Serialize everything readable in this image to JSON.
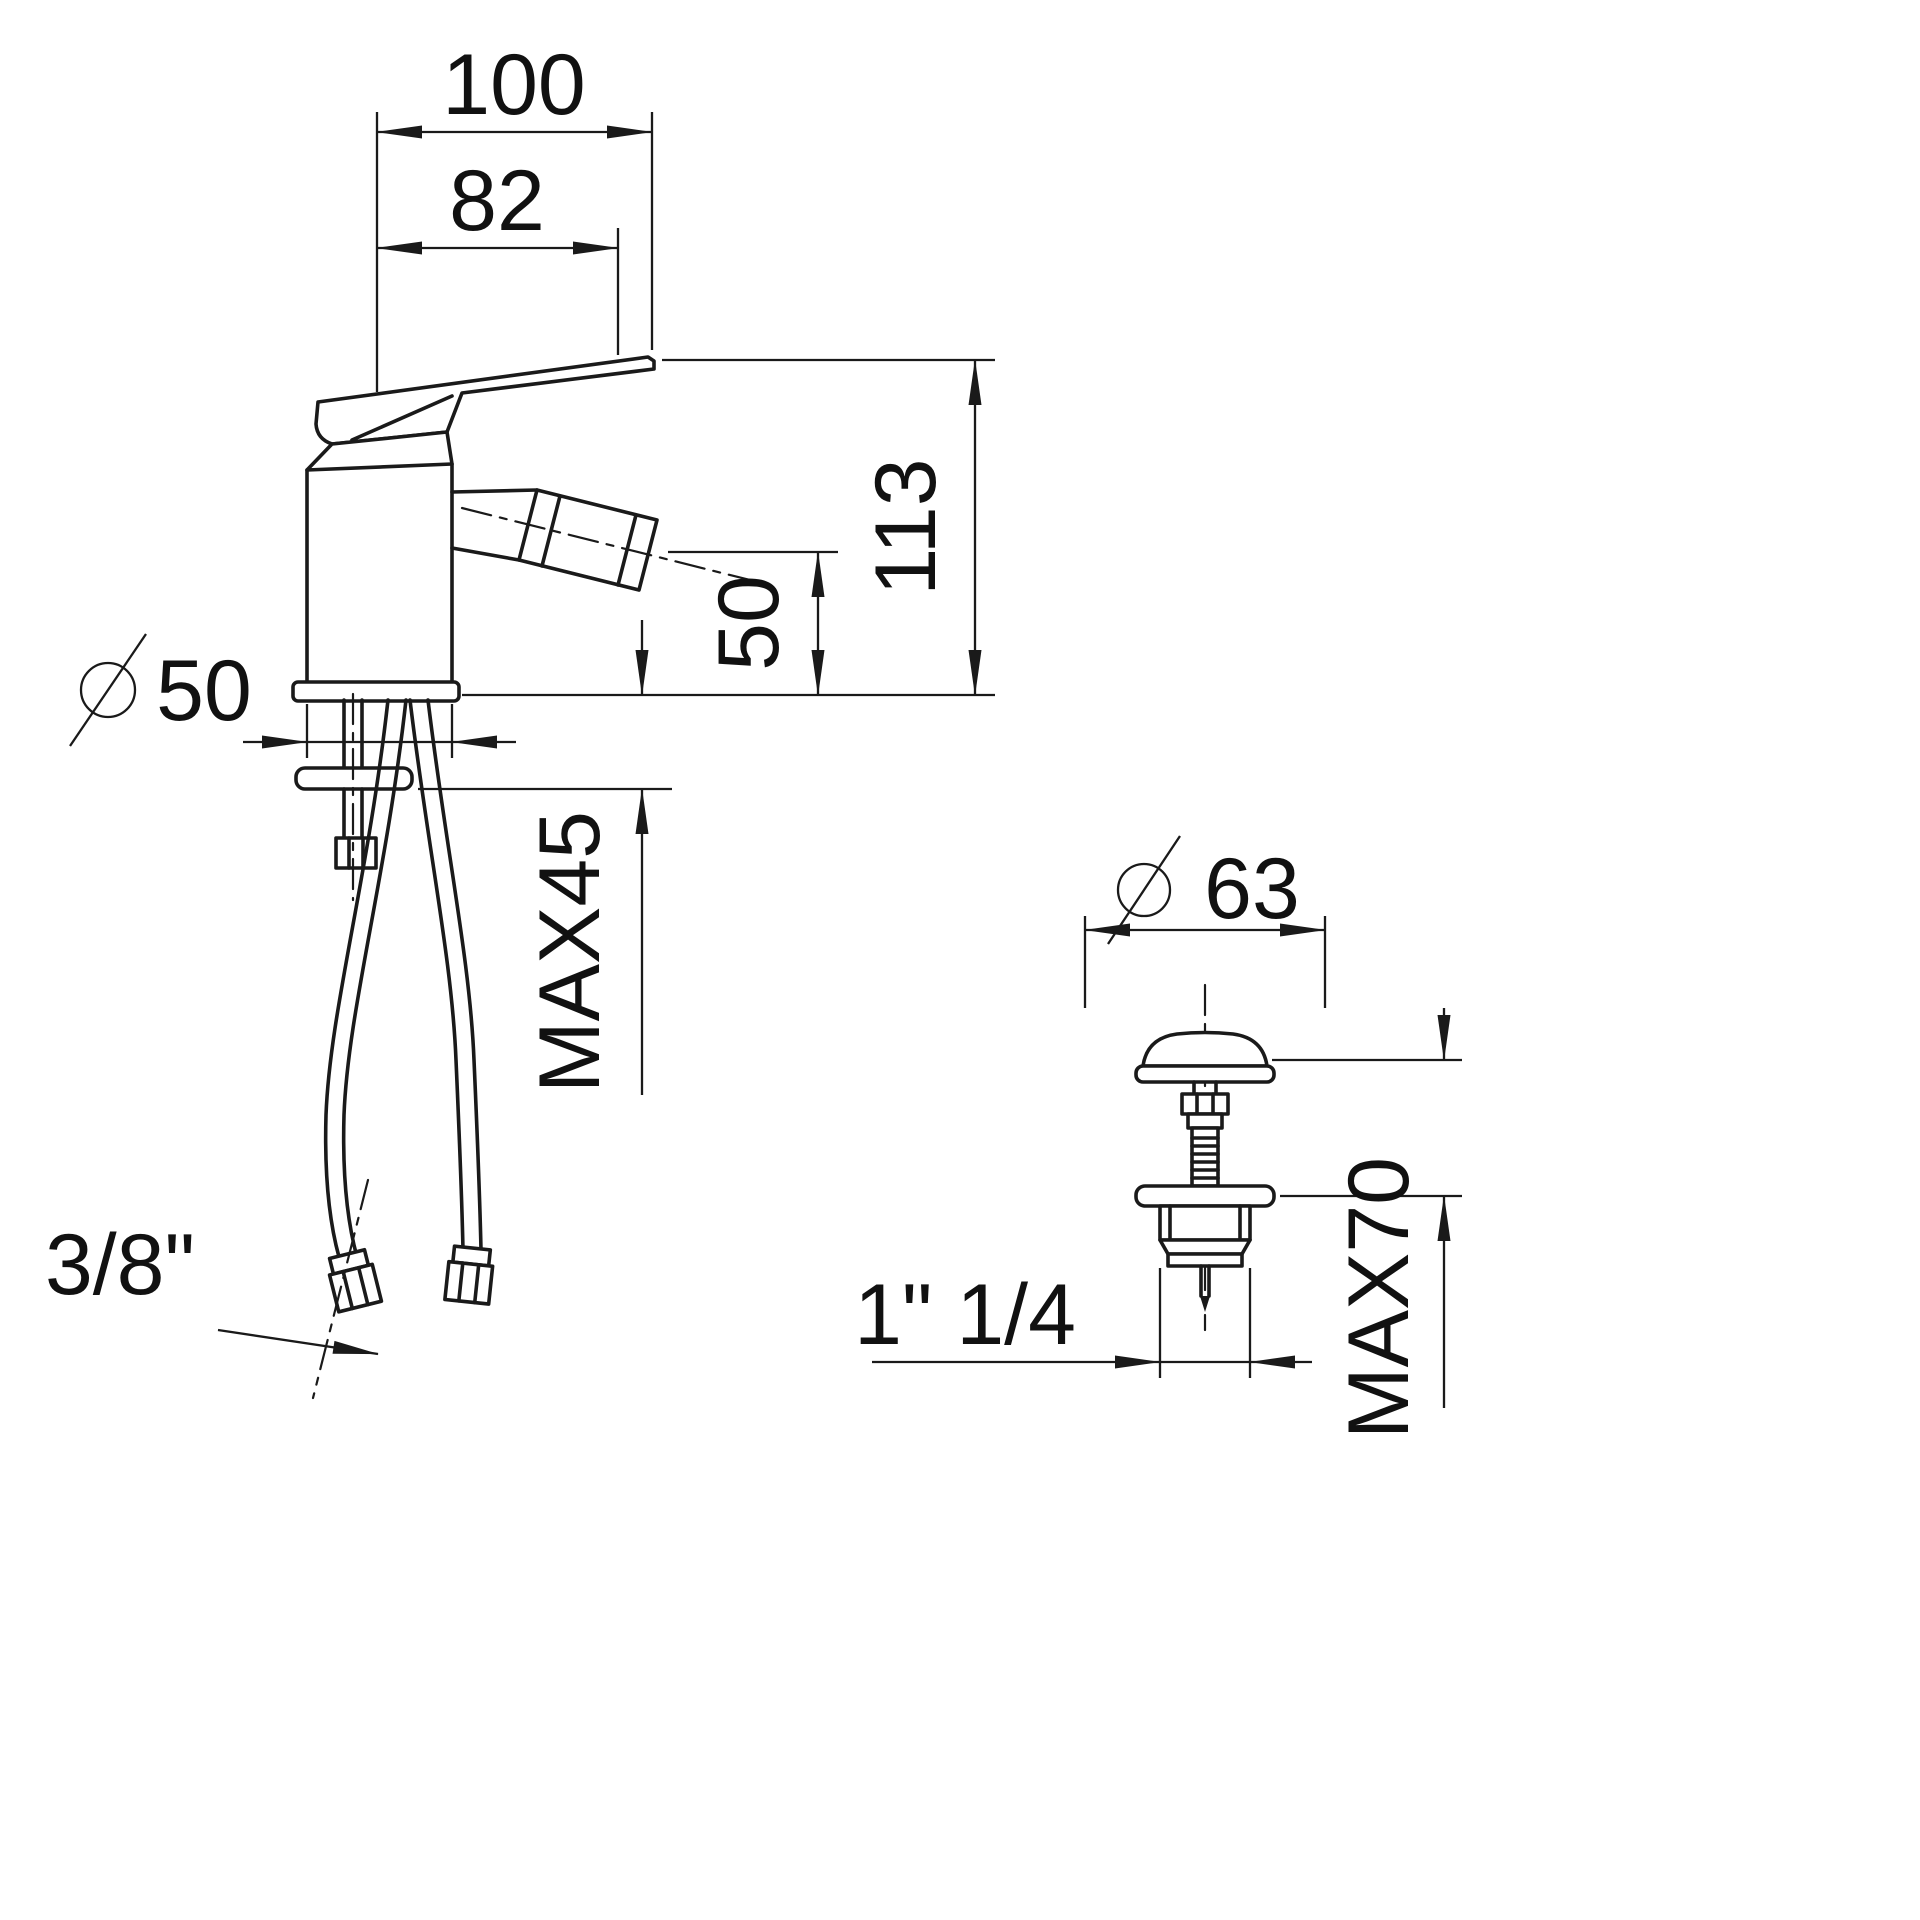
{
  "page": {
    "background": "#ffffff",
    "line_color": "#1a1a1a"
  },
  "mixer": {
    "label": "bidet-single-lever-mixer-front-view",
    "dims": {
      "width_overall": "100",
      "spout_reach": "82",
      "height_overall": "113",
      "spout_height": "50",
      "body_diameter": "50",
      "max_deck_thickness": "MAX45",
      "supply_hose_thread": "3/8\""
    }
  },
  "waste": {
    "label": "pop-up-waste-drain-view",
    "dims": {
      "cap_diameter": "63",
      "max_height": "MAX70",
      "thread": "1\" 1/4"
    }
  }
}
